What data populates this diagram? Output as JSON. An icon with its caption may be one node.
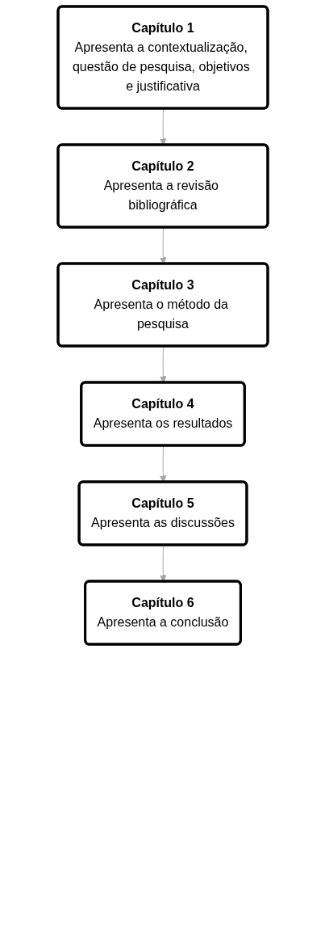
{
  "diagram": {
    "nodes": [
      {
        "text": [
          "Capítulo 1",
          "Apresenta a contextualização, questão de pesquisa, objetivos e justificativa"
        ]
      },
      {
        "text": [
          "Capítulo 2",
          "Apresenta a revisão bibliográfica"
        ]
      },
      {
        "text": [
          "Capítulo 3",
          "Apresenta o método da pesquisa"
        ]
      },
      {
        "text": [
          "Capítulo 4",
          "Apresenta os resultados"
        ]
      },
      {
        "text": [
          "Capítulo 5",
          "Apresenta as discussões"
        ]
      },
      {
        "text": [
          "Capítulo 6",
          "Apresenta a conclusão"
        ]
      }
    ],
    "edges": [
      {
        "from": 0,
        "to": 1,
        "arrow": "to"
      },
      {
        "from": 1,
        "to": 2,
        "arrow": "to"
      },
      {
        "from": 2,
        "to": 3,
        "arrow": "to"
      },
      {
        "from": 3,
        "to": 4,
        "arrow": "to"
      },
      {
        "from": 4,
        "to": 5,
        "arrow": "to"
      }
    ]
  }
}
